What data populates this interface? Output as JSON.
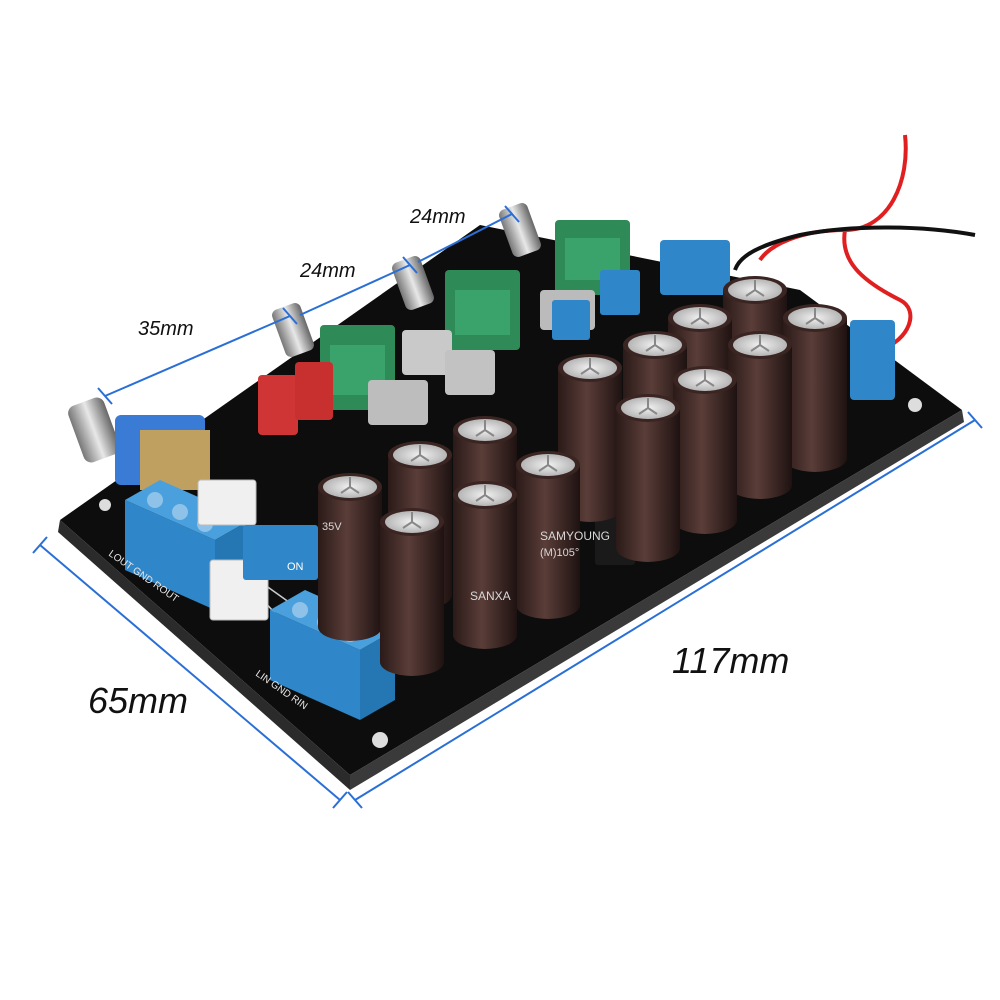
{
  "dimensions": {
    "knob_spacing_1": "35mm",
    "knob_spacing_2": "24mm",
    "knob_spacing_3": "24mm",
    "length": "117mm",
    "width": "65mm"
  },
  "colors": {
    "dimension_line": "#2a6fd6",
    "pcb": "#0d0d0d",
    "capacitor": "#3b2724",
    "terminal_block": "#2f86c8",
    "potentiometer_green": "#2e8b57",
    "wire_red": "#e02020"
  },
  "board_markings": {
    "output_pins": "LOUT GND ROUT",
    "input_pins": "LIN GND RIN",
    "dip_switch": "ON",
    "capacitor_brand": "SANXA",
    "capacitor_text": "SAMYOUNG",
    "capacitor_voltage": "35V",
    "capacitor_temp": "(M)105°"
  }
}
